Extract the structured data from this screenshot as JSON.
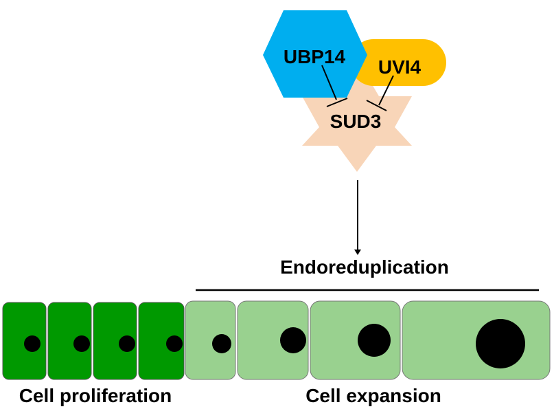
{
  "colors": {
    "hexagon": "#00aeef",
    "pill": "#ffc000",
    "star": "#f8d5b8",
    "proliferating_cell": "#009900",
    "expanding_cell": "#99d18f",
    "nucleus": "#000000",
    "line": "#000000"
  },
  "proteins": {
    "ubp14": "UBP14",
    "uvi4": "UVI4",
    "sud3": "SUD3"
  },
  "process": {
    "endoreduplication": "Endoreduplication"
  },
  "labels": {
    "cell_proliferation": "Cell proliferation",
    "cell_expansion": "Cell expansion"
  },
  "cells": {
    "proliferating_count": 4,
    "expanding_count": 4,
    "expanding_nucleus_size_order": [
      "small",
      "medium",
      "large",
      "largest"
    ]
  }
}
